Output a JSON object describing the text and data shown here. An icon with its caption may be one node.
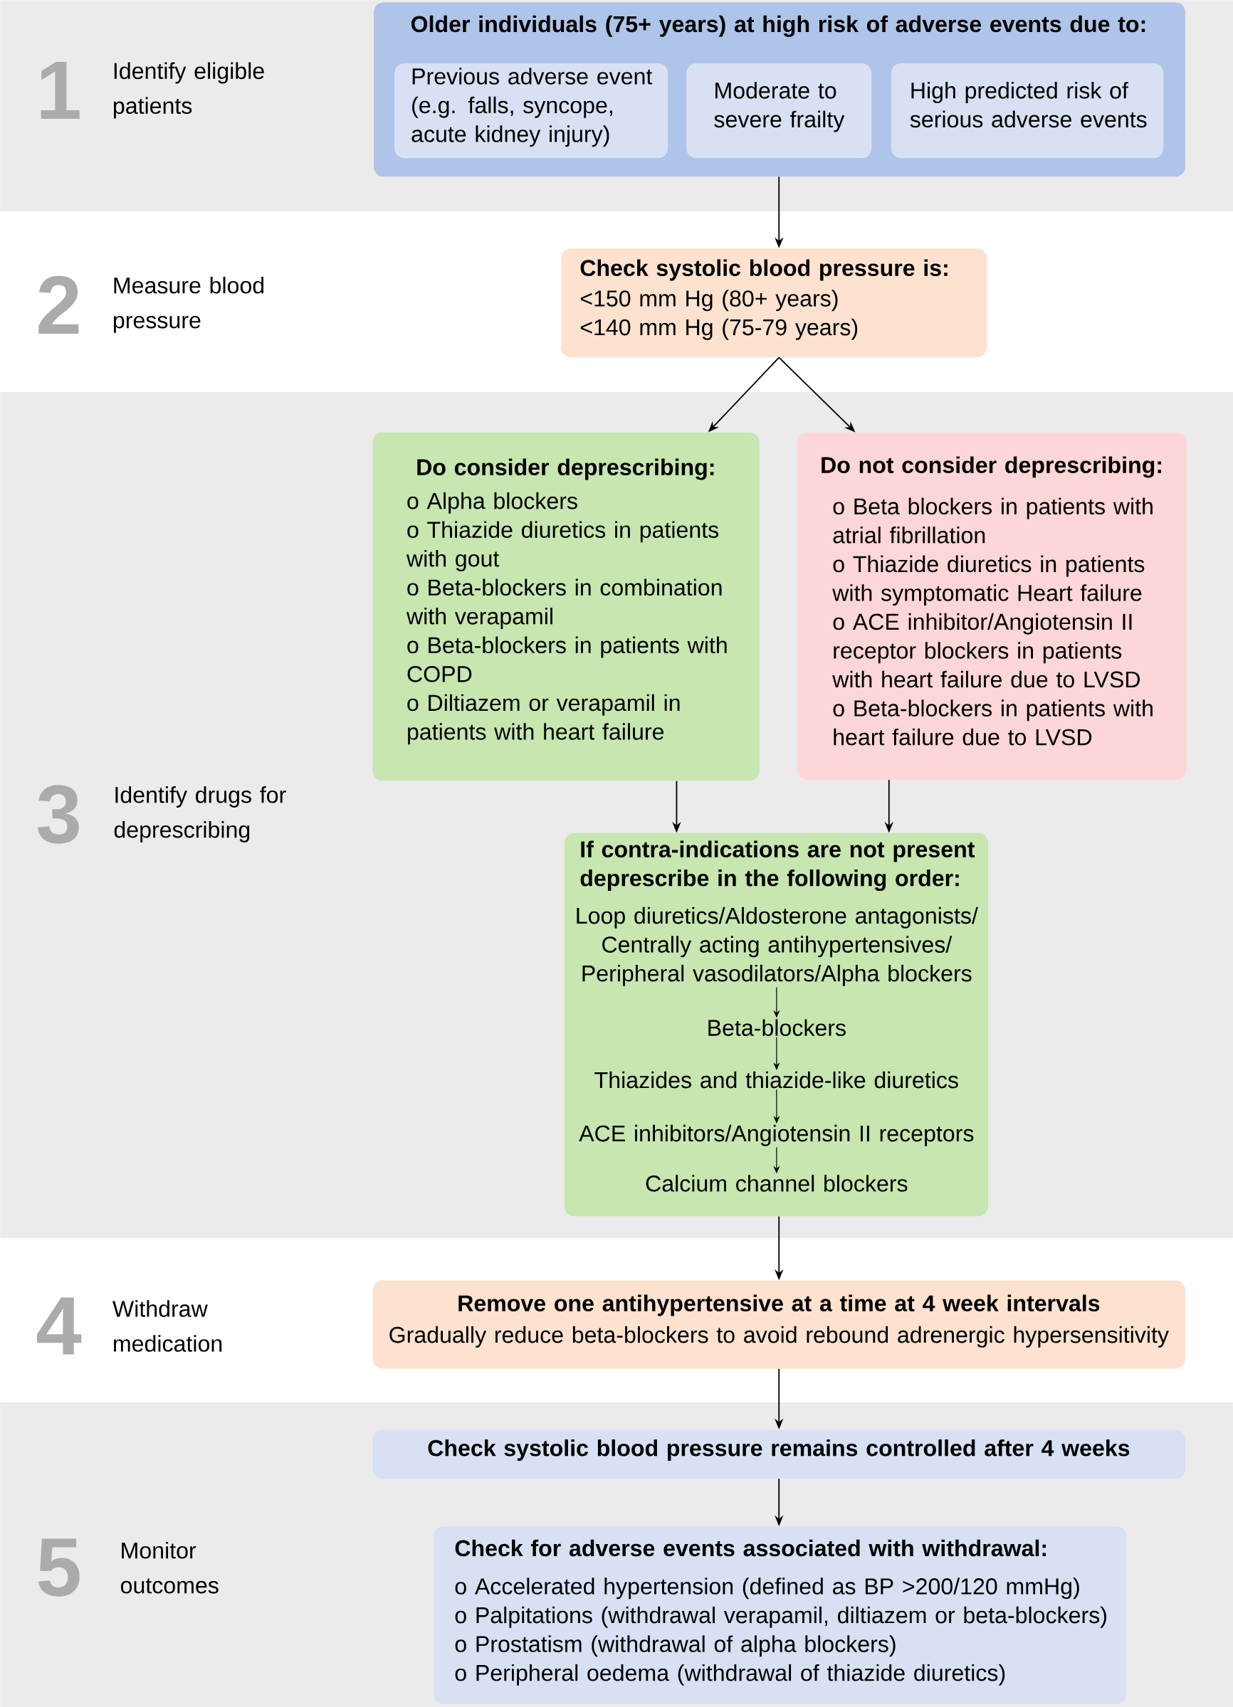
{
  "diagram": {
    "nodes": [
      {
        "text": [
          "1",
          "Identify eligible patients"
        ]
      },
      {
        "text": [
          "Older individuals (75+ years) at high risk of adverse events due to:"
        ],
        "in": 0
      },
      {
        "text": [
          "Previous adverse event (e.g. falls, syncope, acute kidney injury)"
        ],
        "in": 1
      },
      {
        "text": [
          "Moderate to severe frailty"
        ],
        "in": 1
      },
      {
        "text": [
          "High predicted risk of serious adverse events"
        ],
        "in": 1
      },
      {
        "text": [
          "2",
          "Measure blood pressure"
        ]
      },
      {
        "text": [
          "Check systolic blood pressure is:",
          "<150 mm Hg (80+ years)",
          "<140 mm Hg (75-79 years)"
        ]
      },
      {
        "text": [
          "3",
          "Identify drugs for deprescribing"
        ]
      },
      {
        "text": [
          "Do consider deprescribing:",
          "o Alpha blockers",
          "o Thiazide diuretics in patients with gout",
          "o Beta-blockers in combination with verapamil",
          "o Beta-blockers in patients with COPD",
          "o Diltiazem or verapamil in patients with heart failure"
        ],
        "in": 7
      },
      {
        "text": [
          "Do not consider deprescribing:",
          "o Beta blockers in patients with atrial fibrillation",
          "o Thiazide diuretics in patients with symptomatic Heart failure",
          "o ACE inhibitor/Angiotensin II receptor blockers in patients with heart failure due to LVSD",
          "o Beta-blockers in patients with heart failure due to LVSD"
        ],
        "in": 7
      },
      {
        "text": [
          "If contra-indications are not present deprescribe in the following order:"
        ],
        "in": 7
      },
      {
        "text": [
          "Loop diuretics/Aldosterone antagonists/ Centrally acting antihypertensives/ Peripheral vasodilators/Alpha blockers"
        ],
        "in": 10
      },
      {
        "text": [
          "Beta-blockers"
        ],
        "in": 10
      },
      {
        "text": [
          "Thiazides and thiazide-like diuretics"
        ],
        "in": 10
      },
      {
        "text": [
          "ACE inhibitors/Angiotensin II receptors"
        ],
        "in": 10
      },
      {
        "text": [
          "Calcium channel blockers"
        ],
        "in": 10
      },
      {
        "text": [
          "4",
          "Withdraw medication"
        ]
      },
      {
        "text": [
          "Remove one antihypertensive at a time at 4 week intervals",
          "Gradually reduce beta-blockers to avoid rebound adrenergic hypersensitivity"
        ]
      },
      {
        "text": [
          "5",
          "Monitor outcomes"
        ]
      },
      {
        "text": [
          "Check systolic blood pressure remains controlled after 4 weeks"
        ],
        "in": 18
      },
      {
        "text": [
          "Check for adverse events associated with withdrawal:",
          "o Accelerated hypertension (defined as BP >200/120 mmHg)",
          "o Palpitations (withdrawal verapamil, diltiazem or beta-blockers)",
          "o Prostatism (withdrawal of alpha blockers)",
          "o Peripheral oedema (withdrawal of thiazide diuretics)"
        ],
        "in": 18
      }
    ],
    "edges": [
      {
        "from": 1,
        "to": 6,
        "arrow": "to"
      },
      {
        "from": 6,
        "to": 8,
        "arrow": "to"
      },
      {
        "from": 6,
        "to": 9,
        "arrow": "to"
      },
      {
        "from": 8,
        "to": 10,
        "arrow": "to"
      },
      {
        "from": 9,
        "to": 10,
        "arrow": "to"
      },
      {
        "from": 11,
        "to": 12,
        "arrow": "to"
      },
      {
        "from": 12,
        "to": 13,
        "arrow": "to"
      },
      {
        "from": 13,
        "to": 14,
        "arrow": "to"
      },
      {
        "from": 14,
        "to": 15,
        "arrow": "to"
      },
      {
        "from": 10,
        "to": 17,
        "arrow": "to"
      },
      {
        "from": 17,
        "to": 19,
        "arrow": "to"
      },
      {
        "from": 19,
        "to": 20,
        "arrow": "to"
      }
    ]
  }
}
